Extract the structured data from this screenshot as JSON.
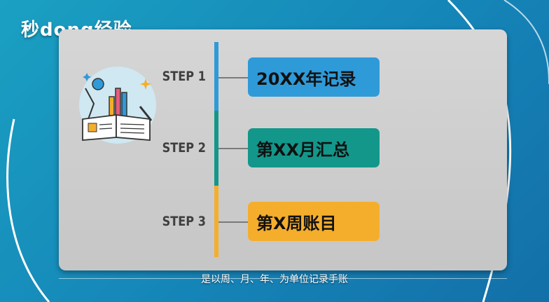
{
  "logo": {
    "text": "秒dong经验"
  },
  "steps": [
    {
      "label": "STEP 1",
      "text": "20XX年记录",
      "color": "#2f9ad8"
    },
    {
      "label": "STEP 2",
      "text": "第XX月汇总",
      "color": "#13978a"
    },
    {
      "label": "STEP 3",
      "text": "第X周账目",
      "color": "#f5ae2c"
    }
  ],
  "subtitle": "是以周、月、年、为单位记录手账",
  "illustration": {
    "icon": "study-desk-icon"
  }
}
